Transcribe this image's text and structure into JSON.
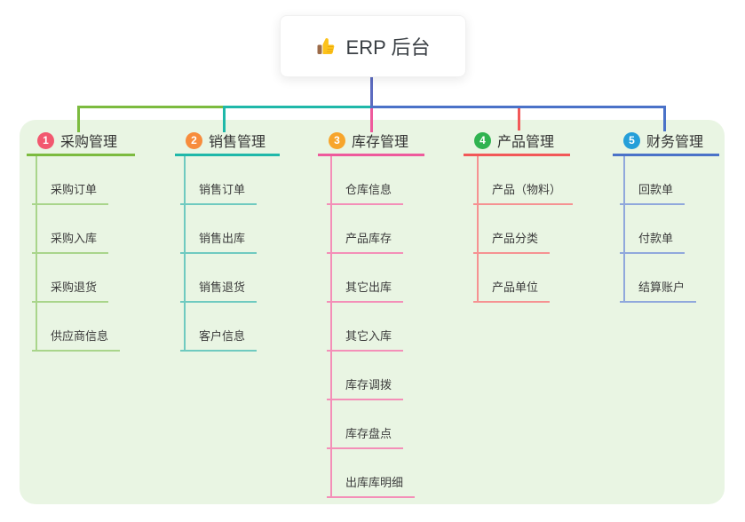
{
  "root": {
    "label": "ERP 后台",
    "icon": "thumbs-up-icon"
  },
  "branches": [
    {
      "number": "1",
      "label": "采购管理",
      "badge_color": "#F2586F",
      "line_color": "#7CBB3F",
      "child_line_color": "#A9D58B",
      "children": [
        "采购订单",
        "采购入库",
        "采购退货",
        "供应商信息"
      ]
    },
    {
      "number": "2",
      "label": "销售管理",
      "badge_color": "#F78C3C",
      "line_color": "#1FB8A9",
      "child_line_color": "#6FCAC0",
      "children": [
        "销售订单",
        "销售出库",
        "销售退货",
        "客户信息"
      ]
    },
    {
      "number": "3",
      "label": "库存管理",
      "badge_color": "#F7A52B",
      "line_color": "#EE5A9C",
      "child_line_color": "#F48FB8",
      "children": [
        "仓库信息",
        "产品库存",
        "其它出库",
        "其它入库",
        "库存调拨",
        "库存盘点",
        "出库库明细"
      ]
    },
    {
      "number": "4",
      "label": "产品管理",
      "badge_color": "#30B350",
      "line_color": "#F25858",
      "child_line_color": "#F69292",
      "children": [
        "产品（物料）",
        "产品分类",
        "产品单位"
      ]
    },
    {
      "number": "5",
      "label": "财务管理",
      "badge_color": "#259FD9",
      "line_color": "#4A72C8",
      "child_line_color": "#90A8DC",
      "children": [
        "回款单",
        "付款单",
        "结算账户"
      ]
    }
  ],
  "colors": {
    "root_line": "#5C6BC0",
    "panel_bg": "#E9F5E3",
    "canvas_bg": "#FFFFFF",
    "title_text": "#3B4045",
    "node_text": "#3C3C3C"
  }
}
